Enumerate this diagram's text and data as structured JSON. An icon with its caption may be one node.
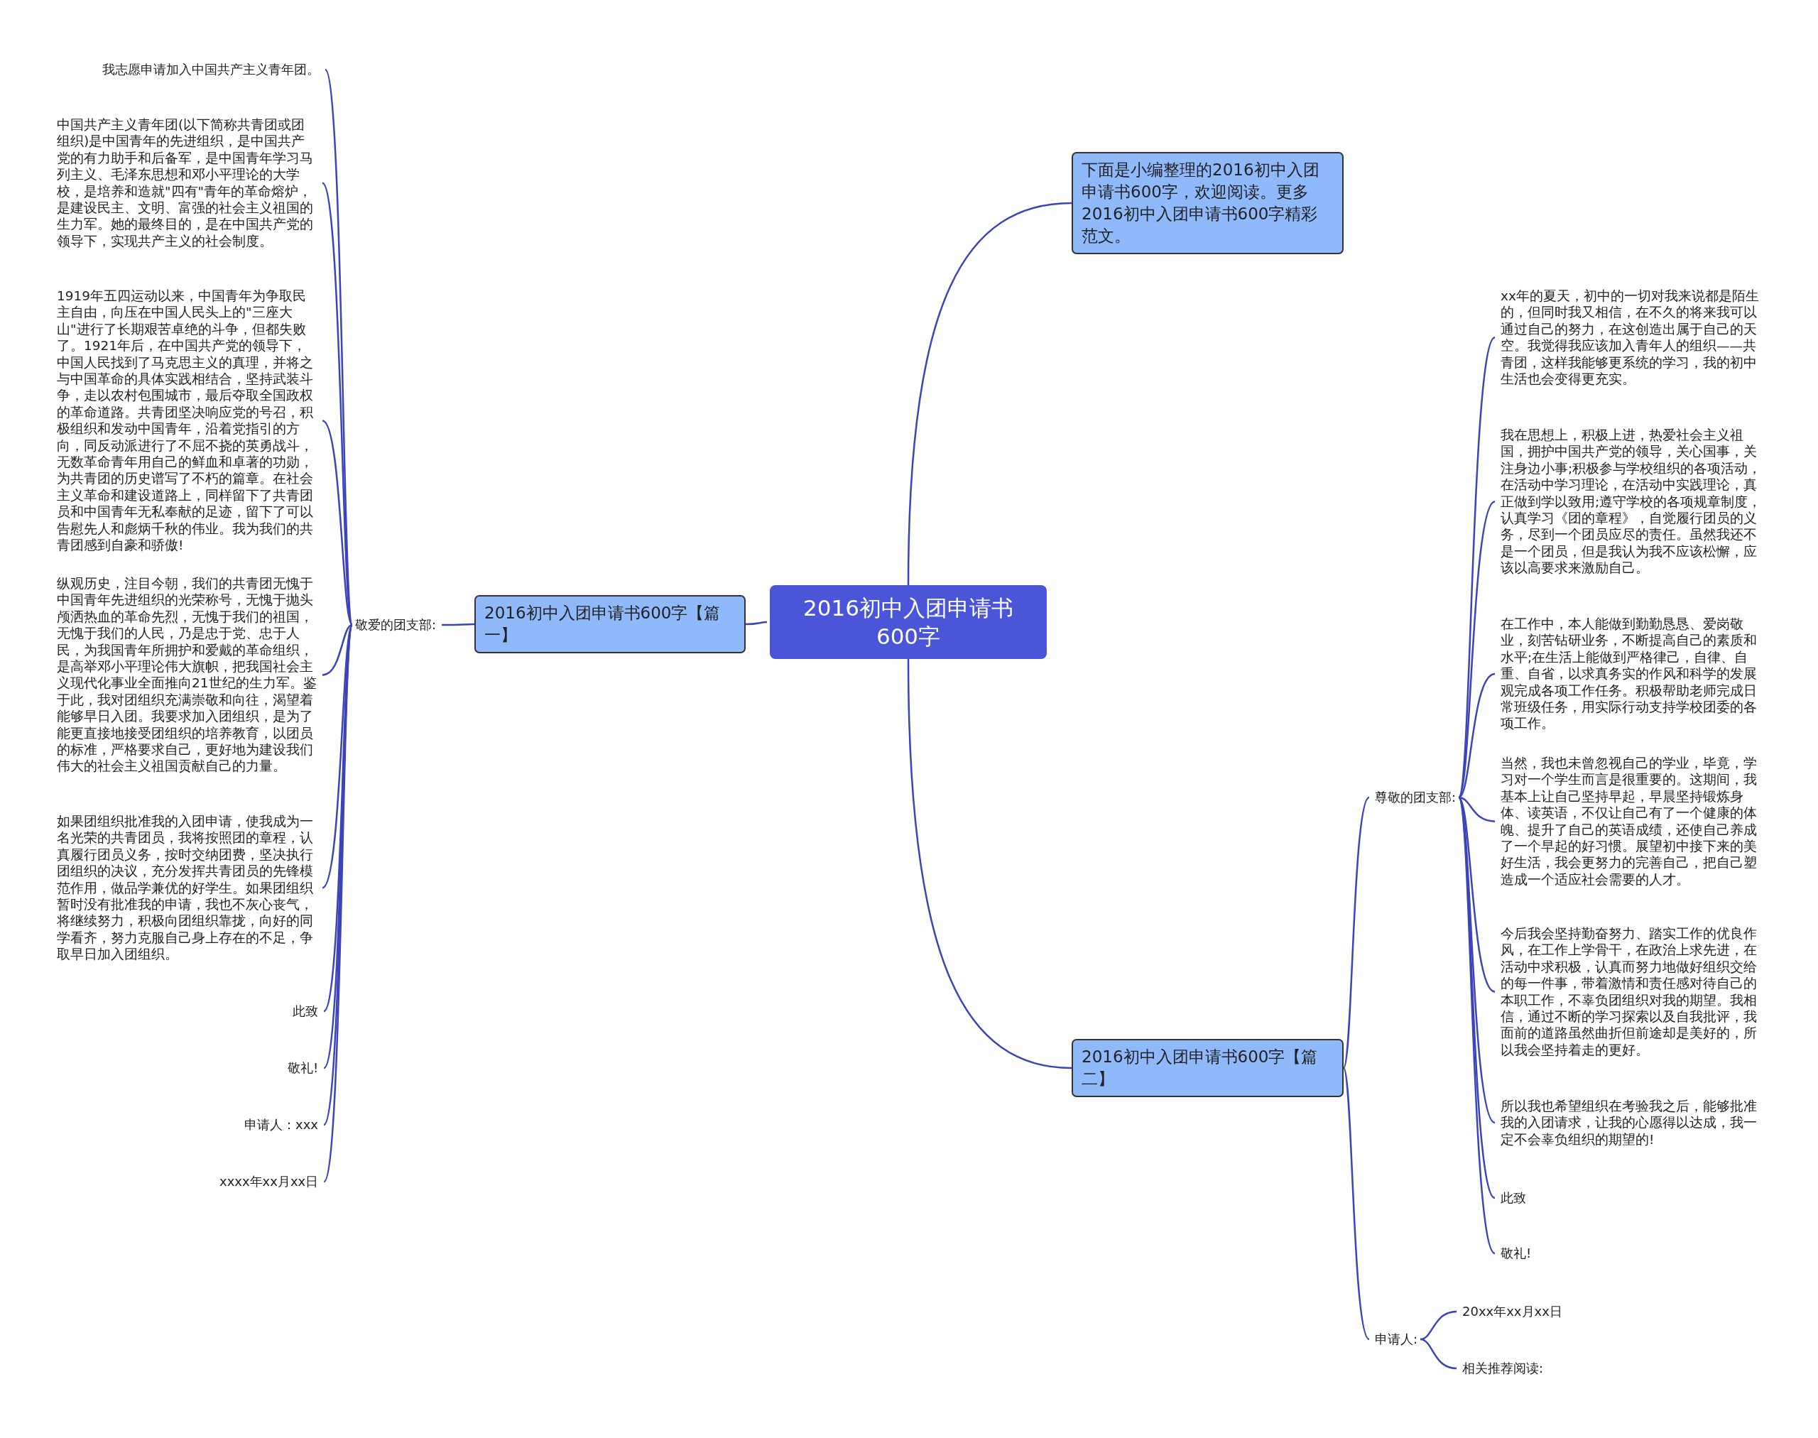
{
  "diagram": {
    "nodes": [
      {
        "text": [
          "2016初中入团申请书600字"
        ]
      },
      {
        "text": [
          "下面是小编整理的2016初中入团申请书600字，欢迎阅读。更多2016初中入团申请书600字精彩范文。"
        ]
      },
      {
        "text": [
          "2016初中入团申请书600字【篇一】"
        ]
      },
      {
        "text": [
          "2016初中入团申请书600字【篇二】"
        ]
      },
      {
        "text": [
          "敬爱的团支部:"
        ]
      },
      {
        "text": [
          "我志愿申请加入中国共产主义青年团。"
        ]
      },
      {
        "text": [
          "中国共产主义青年团(以下简称共青团或团组织)是中国青年的先进组织，是中国共产党的有力助手和后备军，是中国青年学习马列主义、毛泽东思想和邓小平理论的大学校，是培养和造就\"四有\"青年的革命熔炉，是建设民主、文明、富强的社会主义祖国的生力军。她的最终目的，是在中国共产党的领导下，实现共产主义的社会制度。"
        ]
      },
      {
        "text": [
          "1919年五四运动以来，中国青年为争取民主自由，向压在中国人民头上的\"三座大山\"进行了长期艰苦卓绝的斗争，但都失败了。1921年后，在中国共产党的领导下，中国人民找到了马克思主义的真理，并将之与中国革命的具体实践相结合，坚持武装斗争，走以农村包围城市，最后夺取全国政权的革命道路。共青团坚决响应党的号召，积极组织和发动中国青年，沿着党指引的方向，同反动派进行了不屈不挠的英勇战斗，无数革命青年用自己的鲜血和卓著的功勋，为共青团的历史谱写了不朽的篇章。在社会主义革命和建设道路上，同样留下了共青团员和中国青年无私奉献的足迹，留下了可以告慰先人和彪炳千秋的伟业。我为我们的共青团感到自豪和骄傲!"
        ]
      },
      {
        "text": [
          "纵观历史，注目今朝，我们的共青团无愧于中国青年先进组织的光荣称号，无愧于抛头颅洒热血的革命先烈，无愧于我们的祖国，无愧于我们的人民，乃是忠于党、忠于人民，为我国青年所拥护和爱戴的革命组织，是高举邓小平理论伟大旗帜，把我国社会主义现代化事业全面推向21世纪的生力军。鉴于此，我对团组织充满崇敬和向往，渴望着能够早日入团。我要求加入团组织，是为了能更直接地接受团组织的培养教育，以团员的标准，严格要求自己，更好地为建设我们伟大的社会主义祖国贡献自己的力量。"
        ]
      },
      {
        "text": [
          "如果团组织批准我的入团申请，使我成为一名光荣的共青团员，我将按照团的章程，认真履行团员义务，按时交纳团费，坚决执行团组织的决议，充分发挥共青团员的先锋模范作用，做品学兼优的好学生。如果团组织暂时没有批准我的申请，我也不灰心丧气，将继续努力，积极向团组织靠拢，向好的同学看齐，努力克服自己身上存在的不足，争取早日加入团组织。"
        ]
      },
      {
        "text": [
          "此致"
        ]
      },
      {
        "text": [
          "敬礼!"
        ]
      },
      {
        "text": [
          "申请人：xxx"
        ]
      },
      {
        "text": [
          "xxxx年xx月xx日"
        ]
      },
      {
        "text": [
          "尊敬的团支部:"
        ]
      },
      {
        "text": [
          "xx年的夏天，初中的一切对我来说都是陌生的，但同时我又相信，在不久的将来我可以通过自己的努力，在这创造出属于自己的天空。我觉得我应该加入青年人的组织——共青团，这样我能够更系统的学习，我的初中生活也会变得更充实。"
        ]
      },
      {
        "text": [
          "我在思想上，积极上进，热爱社会主义祖国，拥护中国共产党的领导，关心国事，关注身边小事;积极参与学校组织的各项活动，在活动中学习理论，在活动中实践理论，真正做到学以致用;遵守学校的各项规章制度，认真学习《团的章程》，自觉履行团员的义务，尽到一个团员应尽的责任。虽然我还不是一个团员，但是我认为我不应该松懈，应该以高要求来激励自己。"
        ]
      },
      {
        "text": [
          "在工作中，本人能做到勤勤恳恳、爱岗敬业，刻苦钻研业务，不断提高自己的素质和水平;在生活上能做到严格律己，自律、自重、自省，以求真务实的作风和科学的发展观完成各项工作任务。积极帮助老师完成日常班级任务，用实际行动支持学校团委的各项工作。"
        ]
      },
      {
        "text": [
          "当然，我也未曾忽视自己的学业，毕竟，学习对一个学生而言是很重要的。这期间，我基本上让自己坚持早起，早晨坚持锻炼身体、读英语，不仅让自己有了一个健康的体魄、提升了自己的英语成绩，还使自己养成了一个早起的好习惯。展望初中接下来的美好生活，我会更努力的完善自己，把自己塑造成一个适应社会需要的人才。"
        ]
      },
      {
        "text": [
          "今后我会坚持勤奋努力、踏实工作的优良作风，在工作上学骨干，在政治上求先进，在活动中求积极，认真而努力地做好组织交给的每一件事，带着激情和责任感对待自己的本职工作，不辜负团组织对我的期望。我相信，通过不断的学习探索以及自我批评，我面前的道路虽然曲折但前途却是美好的，所以我会坚持着走的更好。"
        ]
      },
      {
        "text": [
          "所以我也希望组织在考验我之后，能够批准我的入团请求，让我的心愿得以达成，我一定不会辜负组织的期望的!"
        ]
      },
      {
        "text": [
          "此致"
        ]
      },
      {
        "text": [
          "敬礼!"
        ]
      },
      {
        "text": [
          "申请人:"
        ]
      },
      {
        "text": [
          "20xx年xx月xx日"
        ]
      },
      {
        "text": [
          "相关推荐阅读:"
        ]
      }
    ],
    "edges": [
      {
        "from": 0,
        "to": 1,
        "arrow": "none"
      },
      {
        "from": 0,
        "to": 2,
        "arrow": "none"
      },
      {
        "from": 0,
        "to": 3,
        "arrow": "none"
      },
      {
        "from": 2,
        "to": 4,
        "arrow": "none"
      },
      {
        "from": 4,
        "to": 5,
        "arrow": "none"
      },
      {
        "from": 4,
        "to": 6,
        "arrow": "none"
      },
      {
        "from": 4,
        "to": 7,
        "arrow": "none"
      },
      {
        "from": 4,
        "to": 8,
        "arrow": "none"
      },
      {
        "from": 4,
        "to": 9,
        "arrow": "none"
      },
      {
        "from": 4,
        "to": 10,
        "arrow": "none"
      },
      {
        "from": 4,
        "to": 11,
        "arrow": "none"
      },
      {
        "from": 4,
        "to": 12,
        "arrow": "none"
      },
      {
        "from": 4,
        "to": 13,
        "arrow": "none"
      },
      {
        "from": 3,
        "to": 14,
        "arrow": "none"
      },
      {
        "from": 14,
        "to": 15,
        "arrow": "none"
      },
      {
        "from": 14,
        "to": 16,
        "arrow": "none"
      },
      {
        "from": 14,
        "to": 17,
        "arrow": "none"
      },
      {
        "from": 14,
        "to": 18,
        "arrow": "none"
      },
      {
        "from": 14,
        "to": 19,
        "arrow": "none"
      },
      {
        "from": 14,
        "to": 20,
        "arrow": "none"
      },
      {
        "from": 14,
        "to": 21,
        "arrow": "none"
      },
      {
        "from": 14,
        "to": 22,
        "arrow": "none"
      },
      {
        "from": 3,
        "to": 23,
        "arrow": "none"
      },
      {
        "from": 23,
        "to": 24,
        "arrow": "none"
      },
      {
        "from": 23,
        "to": 25,
        "arrow": "none"
      }
    ]
  }
}
